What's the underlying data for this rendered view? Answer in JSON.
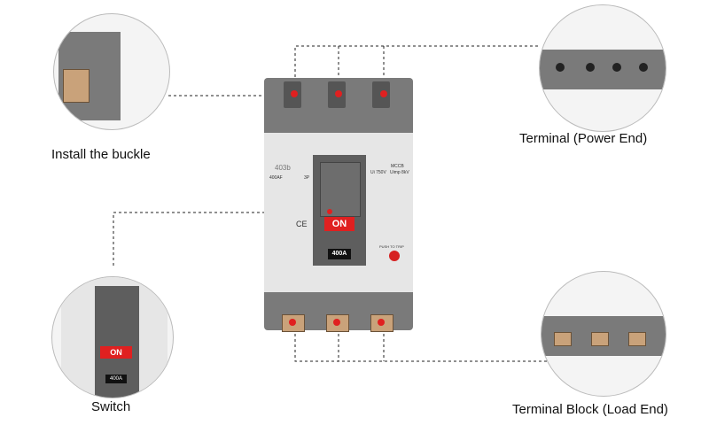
{
  "callouts": {
    "buckle": "Install the buckle",
    "power_end": "Terminal (Power End)",
    "switch": "Switch",
    "load_end": "Terminal Block (Load End)"
  },
  "breaker": {
    "model": "403b",
    "frame": "400AF",
    "poles": "3P",
    "type": "MCCB",
    "ui": "Ui 750V",
    "uimp": "Uimp 8kV",
    "handle_state": "ON",
    "rating": "400A",
    "trip_label": "PUSH TO TRIP",
    "ce": "CE"
  },
  "colors": {
    "accent": "#e02020",
    "housing": "#7a7a7a",
    "body": "#e6e6e6"
  }
}
